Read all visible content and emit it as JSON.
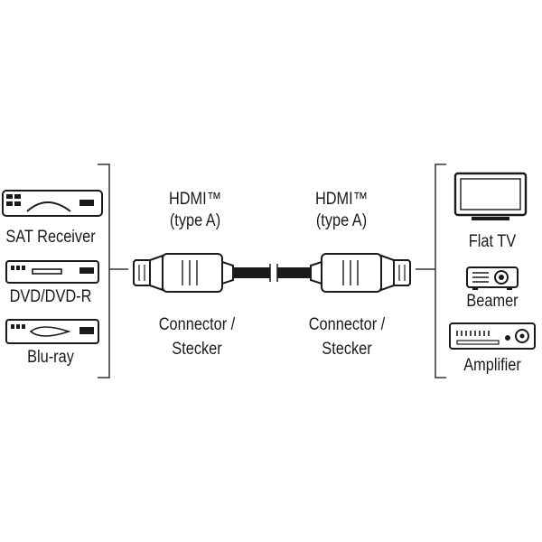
{
  "diagram": {
    "sources": [
      "SAT Receiver",
      "DVD/DVD-R",
      "Blu-ray"
    ],
    "targets": [
      "Flat TV",
      "Beamer",
      "Amplifier"
    ],
    "left_plug": {
      "title": "HDMI™",
      "subtitle": "(type A)",
      "caption_1": "Connector /",
      "caption_2": "Stecker"
    },
    "right_plug": {
      "title": "HDMI™",
      "subtitle": "(type A)",
      "caption_1": "Connector /",
      "caption_2": "Stecker"
    },
    "icons": {
      "sat": "set-top-box-icon",
      "dvd": "dvd-player-icon",
      "bluray": "bluray-player-icon",
      "tv": "flat-tv-icon",
      "beamer": "projector-icon",
      "amp": "amplifier-icon"
    }
  }
}
